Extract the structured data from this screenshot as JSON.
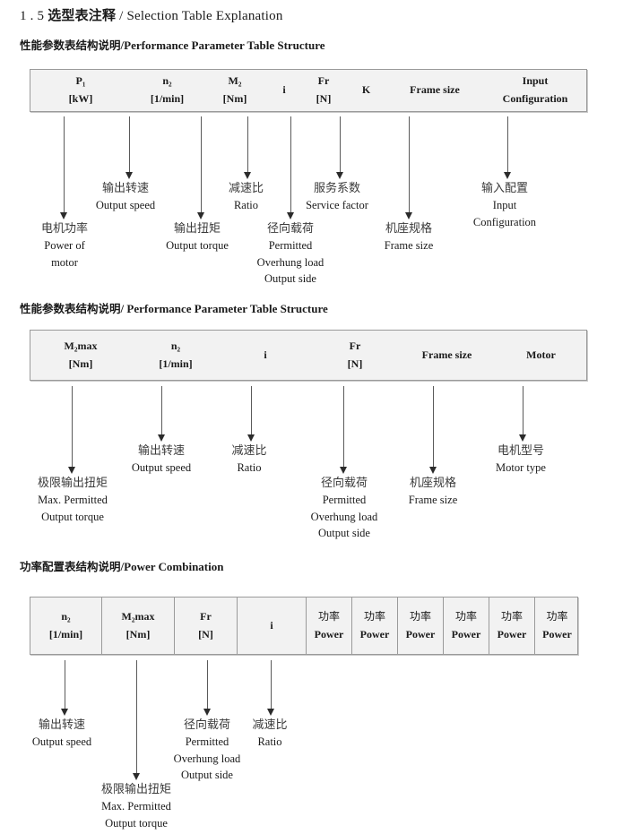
{
  "document": {
    "section_number": "1 . 5",
    "title_cn": "选型表注释",
    "title_sep": "/",
    "title_en": "Selection Table Explanation"
  },
  "sections": [
    {
      "id": "performance-parameter-1",
      "heading_cn": "性能参数表结构说明",
      "heading_en": "/Performance Parameter Table Structure",
      "table": {
        "bordered_cells": false,
        "columns": [
          {
            "line1": "P₁",
            "line2": "[kW]"
          },
          {
            "line1": "n₂",
            "line2": "[1/min]"
          },
          {
            "line1": "M₂",
            "line2": "[Nm]"
          },
          {
            "line1": "i",
            "line2": ""
          },
          {
            "line1": "Fr",
            "line2": "[N]"
          },
          {
            "line1": "K",
            "line2": ""
          },
          {
            "line1": "Frame size",
            "line2": ""
          },
          {
            "line1": "Input",
            "line2": "Configuration"
          }
        ]
      },
      "annotations": [
        {
          "cn": "电机功率",
          "en": [
            "Power of",
            "motor"
          ]
        },
        {
          "cn": "输出转速",
          "en": [
            "Output speed"
          ]
        },
        {
          "cn": "输出扭矩",
          "en": [
            "Output torque"
          ]
        },
        {
          "cn": "减速比",
          "en": [
            "Ratio"
          ]
        },
        {
          "cn": "径向载荷",
          "en": [
            "Permitted",
            "Overhung load",
            "Output side"
          ]
        },
        {
          "cn": "服务系数",
          "en": [
            "Service factor"
          ]
        },
        {
          "cn": "机座规格",
          "en": [
            "Frame size"
          ]
        },
        {
          "cn": "输入配置",
          "en": [
            "Input",
            "Configuration"
          ]
        }
      ]
    },
    {
      "id": "performance-parameter-2",
      "heading_cn": "性能参数表结构说明",
      "heading_en": "/ Performance Parameter Table Structure",
      "table": {
        "bordered_cells": false,
        "columns": [
          {
            "line1": "M₂max",
            "line2": "[Nm]"
          },
          {
            "line1": "n₂",
            "line2": "[1/min]"
          },
          {
            "line1": "i",
            "line2": ""
          },
          {
            "line1": "Fr",
            "line2": "[N]"
          },
          {
            "line1": "Frame size",
            "line2": ""
          },
          {
            "line1": "Motor",
            "line2": ""
          }
        ]
      },
      "annotations": [
        {
          "cn": "极限输出扭矩",
          "en": [
            "Max. Permitted",
            "Output  torque"
          ]
        },
        {
          "cn": "输出转速",
          "en": [
            "Output speed"
          ]
        },
        {
          "cn": "减速比",
          "en": [
            "Ratio"
          ]
        },
        {
          "cn": "径向载荷",
          "en": [
            "Permitted",
            "Overhung load",
            "Output side"
          ]
        },
        {
          "cn": "机座规格",
          "en": [
            "Frame size"
          ]
        },
        {
          "cn": "电机型号",
          "en": [
            "Motor type"
          ]
        }
      ]
    },
    {
      "id": "power-combination",
      "heading_cn": "功率配置表结构说明",
      "heading_en": "/Power Combination",
      "table": {
        "bordered_cells": true,
        "columns": [
          {
            "line1": "n₂",
            "line2": "[1/min]"
          },
          {
            "line1": "M₂max",
            "line2": "[Nm]"
          },
          {
            "line1": "Fr",
            "line2": "[N]"
          },
          {
            "line1": "i",
            "line2": ""
          },
          {
            "line1": "功率",
            "line2": "Power"
          },
          {
            "line1": "功率",
            "line2": "Power"
          },
          {
            "line1": "功率",
            "line2": "Power"
          },
          {
            "line1": "功率",
            "line2": "Power"
          },
          {
            "line1": "功率",
            "line2": "Power"
          },
          {
            "line1": "功率",
            "line2": "Power"
          }
        ]
      },
      "annotations": [
        {
          "cn": "输出转速",
          "en": [
            "Output speed"
          ]
        },
        {
          "cn": "极限输出扭矩",
          "en": [
            "Max. Permitted",
            "Output  torque"
          ]
        },
        {
          "cn": "径向载荷",
          "en": [
            "Permitted",
            "Overhung load",
            "Output side"
          ]
        },
        {
          "cn": "减速比",
          "en": [
            "Ratio"
          ]
        }
      ]
    }
  ],
  "colors": {
    "table_fill": "#f2f2f2",
    "table_border": "#9a9a9a",
    "arrow_shaft": "#5a5a5a",
    "arrow_head": "#2b2b2b",
    "text": "#1a1a1a",
    "cjk_text": "#3a3a3a"
  }
}
